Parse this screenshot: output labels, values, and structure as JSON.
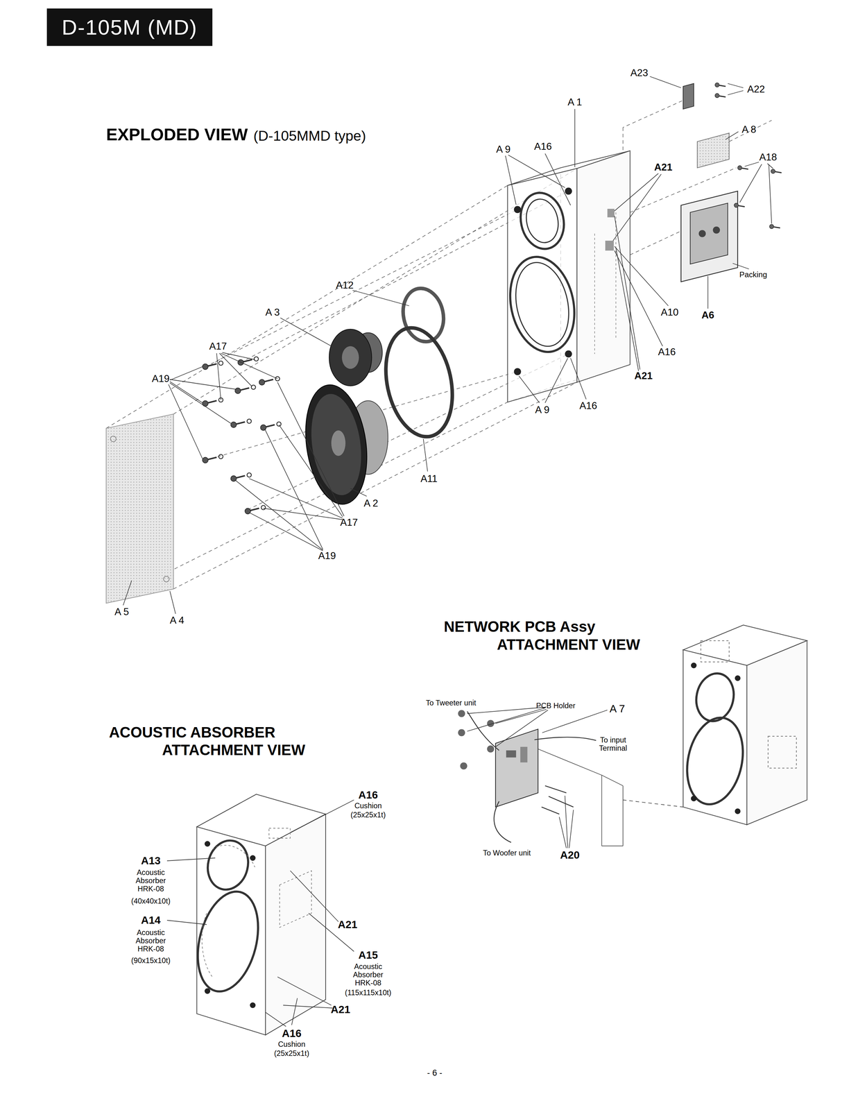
{
  "diagram": {
    "title": "EXPLODED VIEW",
    "nodes": [
      {
        "text": [
          "D-105M (MD)"
        ]
      }
    ],
    "labels": [
      "A23",
      "A22",
      "A 1",
      "A 8",
      "A 9",
      "A16",
      "A21",
      "A18",
      "Packing",
      "A12",
      "A 3",
      "A10",
      "A6",
      "A16",
      "A21",
      "A17",
      "A19",
      "A 9",
      "A16",
      "A11",
      "A 2",
      "A17",
      "A19",
      "A 5",
      "A 4",
      "(D-105MMD type)",
      "NETWORK PCB Assy ATTACHMENT VIEW",
      "To Tweeter unit",
      "PCB Holder",
      "A 7",
      "To input Terminal",
      "To Woofer unit",
      "A20",
      "ACOUSTIC ABSORBER ATTACHMENT VIEW",
      "A16",
      "Cushion",
      "(25x25x1t)",
      "A13",
      "Acoustic Absorber HRK-08",
      "(40x40x10t)",
      "A14",
      "Acoustic Absorber HRK-08",
      "(90x15x10t)",
      "A21",
      "A15",
      "Acoustic Absorber HRK-08",
      "(115x115x10t)",
      "A21",
      "A16",
      "Cushion",
      "(25x25x1t)",
      "- 6 -"
    ]
  }
}
